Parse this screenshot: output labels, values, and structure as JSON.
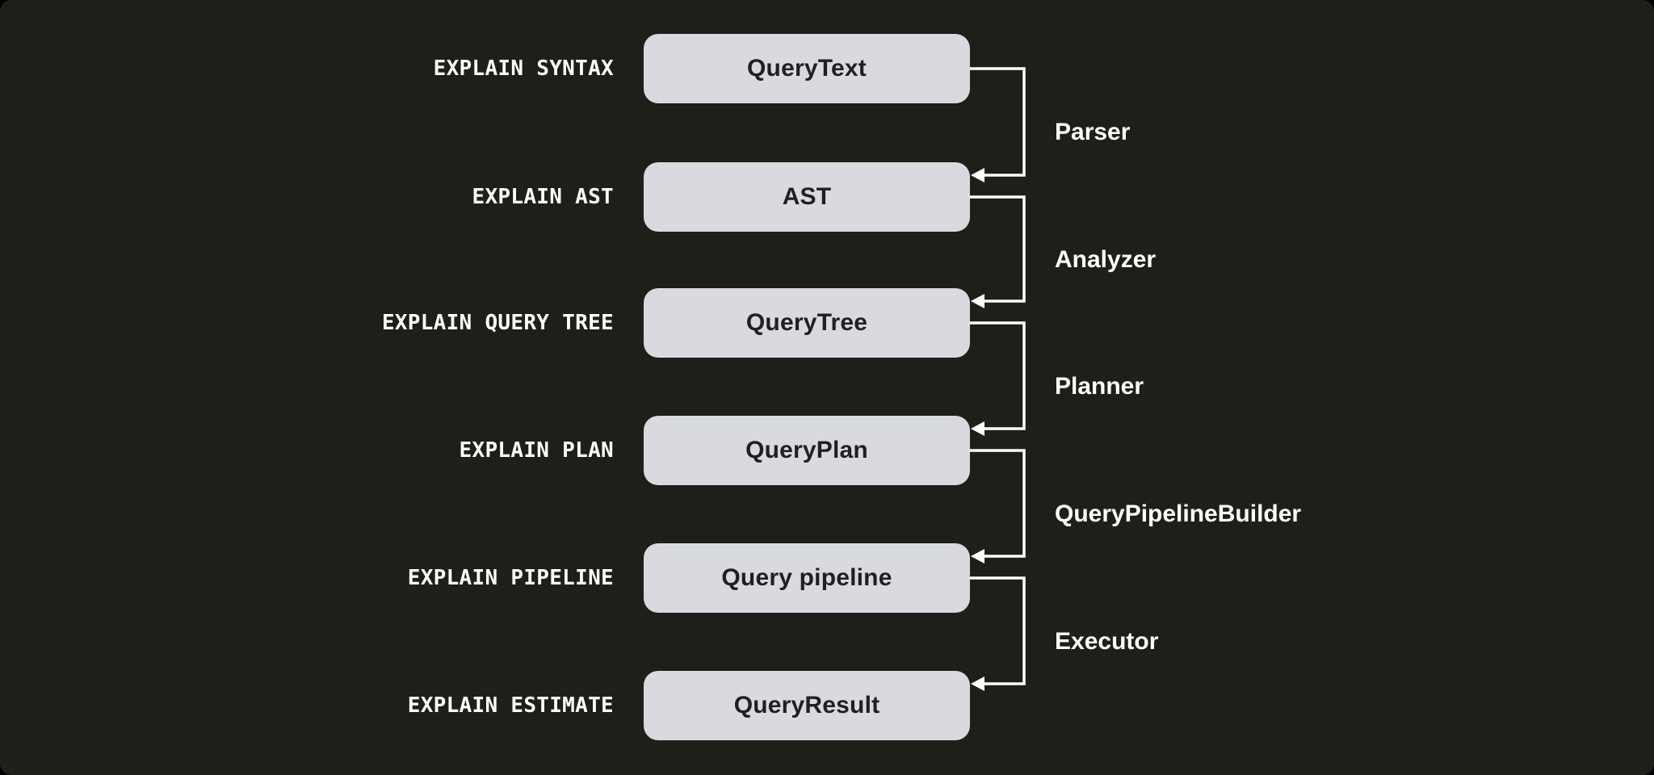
{
  "diagram": {
    "rows": [
      {
        "explain": "EXPLAIN SYNTAX",
        "box": "QueryText"
      },
      {
        "explain": "EXPLAIN AST",
        "box": "AST"
      },
      {
        "explain": "EXPLAIN QUERY TREE",
        "box": "QueryTree"
      },
      {
        "explain": "EXPLAIN PLAN",
        "box": "QueryPlan"
      },
      {
        "explain": "EXPLAIN PIPELINE",
        "box": "Query pipeline"
      },
      {
        "explain": "EXPLAIN ESTIMATE",
        "box": "QueryResult"
      }
    ],
    "connectors": [
      {
        "label": "Parser"
      },
      {
        "label": "Analyzer"
      },
      {
        "label": "Planner"
      },
      {
        "label": "QueryPipelineBuilder"
      },
      {
        "label": "Executor"
      }
    ],
    "colors": {
      "background": "#1f1f1a",
      "box_fill": "#d8dae0",
      "box_text": "#20201e",
      "line": "#ffffff",
      "label_text": "#ffffff"
    }
  }
}
